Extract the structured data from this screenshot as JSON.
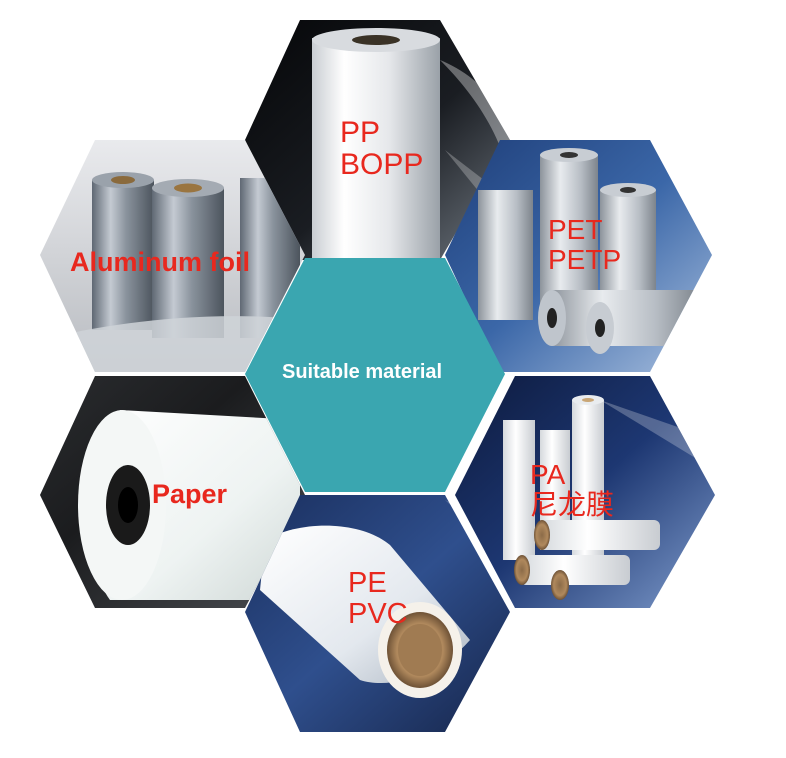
{
  "center": {
    "label": "Suitable material",
    "color": "#3aa6b0"
  },
  "label_color": "#e8281e",
  "tiles": {
    "pp": {
      "lines": [
        "PP",
        "BOPP"
      ]
    },
    "al": {
      "lines": [
        "Aluminum foil"
      ]
    },
    "pet": {
      "lines": [
        "PET",
        "PETP"
      ]
    },
    "paper": {
      "lines": [
        "Paper"
      ]
    },
    "pa": {
      "lines": [
        "PA",
        "尼龙膜"
      ]
    },
    "pe": {
      "lines": [
        "PE",
        "PVC"
      ]
    }
  }
}
